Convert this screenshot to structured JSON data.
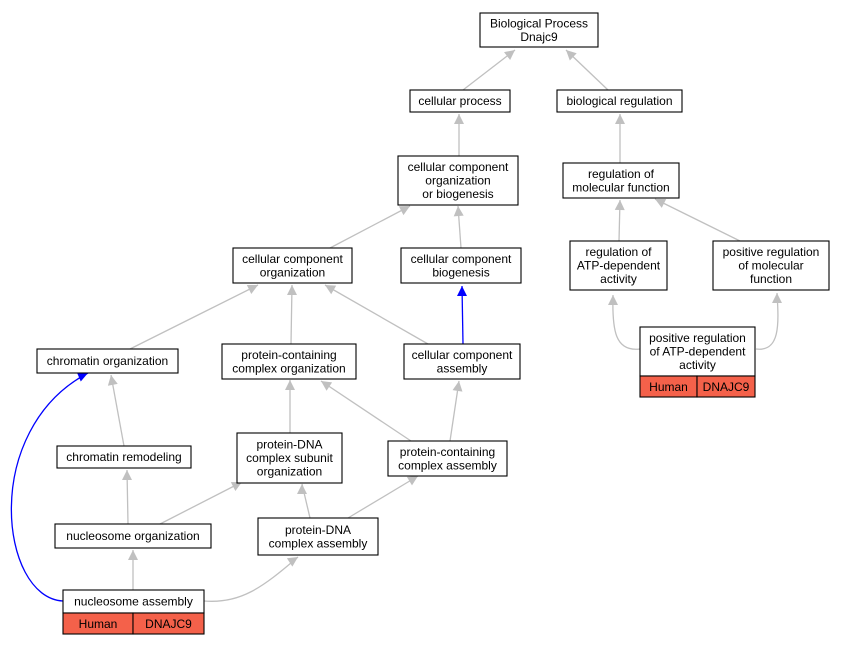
{
  "graph": {
    "nodes": {
      "root": [
        "Biological Process",
        "Dnajc9"
      ],
      "cellular_process": [
        "cellular process"
      ],
      "biological_regulation": [
        "biological regulation"
      ],
      "ccob": [
        "cellular component",
        "organization",
        "or biogenesis"
      ],
      "reg_mol_func": [
        "regulation of",
        "molecular function"
      ],
      "cc_org": [
        "cellular component",
        "organization"
      ],
      "cc_biogenesis": [
        "cellular component",
        "biogenesis"
      ],
      "reg_atp": [
        "regulation of",
        "ATP-dependent",
        "activity"
      ],
      "pos_reg_mol": [
        "positive regulation",
        "of molecular",
        "function"
      ],
      "pos_reg_atp": [
        "positive regulation",
        "of ATP-dependent",
        "activity"
      ],
      "chromatin_org": [
        "chromatin organization"
      ],
      "pc_org": [
        "protein-containing",
        "complex organization"
      ],
      "cc_assembly": [
        "cellular component",
        "assembly"
      ],
      "chromatin_remodeling": [
        "chromatin remodeling"
      ],
      "pdna_subunit": [
        "protein-DNA",
        "complex subunit",
        "organization"
      ],
      "pc_assembly": [
        "protein-containing",
        "complex assembly"
      ],
      "nucleosome_org": [
        "nucleosome organization"
      ],
      "pdna_assembly": [
        "protein-DNA",
        "complex assembly"
      ],
      "nucleosome_assembly": [
        "nucleosome assembly"
      ]
    },
    "annotations": {
      "pos_reg_atp": [
        "Human",
        "DNAJC9"
      ],
      "nucleosome_assembly": [
        "Human",
        "DNAJC9"
      ]
    },
    "edges": [
      {
        "from": "cellular_process",
        "to": "root",
        "color": "gray"
      },
      {
        "from": "biological_regulation",
        "to": "root",
        "color": "gray"
      },
      {
        "from": "ccob",
        "to": "cellular_process",
        "color": "gray"
      },
      {
        "from": "reg_mol_func",
        "to": "biological_regulation",
        "color": "gray"
      },
      {
        "from": "cc_org",
        "to": "ccob",
        "color": "gray"
      },
      {
        "from": "cc_biogenesis",
        "to": "ccob",
        "color": "gray"
      },
      {
        "from": "reg_atp",
        "to": "reg_mol_func",
        "color": "gray"
      },
      {
        "from": "pos_reg_mol",
        "to": "reg_mol_func",
        "color": "gray"
      },
      {
        "from": "pos_reg_atp",
        "to": "reg_atp",
        "color": "gray"
      },
      {
        "from": "pos_reg_atp",
        "to": "pos_reg_mol",
        "color": "gray"
      },
      {
        "from": "chromatin_org",
        "to": "cc_org",
        "color": "gray"
      },
      {
        "from": "pc_org",
        "to": "cc_org",
        "color": "gray"
      },
      {
        "from": "cc_assembly",
        "to": "cc_org",
        "color": "gray"
      },
      {
        "from": "cc_assembly",
        "to": "cc_biogenesis",
        "color": "blue"
      },
      {
        "from": "chromatin_remodeling",
        "to": "chromatin_org",
        "color": "gray"
      },
      {
        "from": "pdna_subunit",
        "to": "pc_org",
        "color": "gray"
      },
      {
        "from": "pc_assembly",
        "to": "pc_org",
        "color": "gray"
      },
      {
        "from": "pc_assembly",
        "to": "cc_assembly",
        "color": "gray"
      },
      {
        "from": "nucleosome_org",
        "to": "chromatin_remodeling",
        "color": "gray"
      },
      {
        "from": "nucleosome_org",
        "to": "pdna_subunit",
        "color": "gray"
      },
      {
        "from": "pdna_assembly",
        "to": "pdna_subunit",
        "color": "gray"
      },
      {
        "from": "pdna_assembly",
        "to": "pc_assembly",
        "color": "gray"
      },
      {
        "from": "nucleosome_assembly",
        "to": "nucleosome_org",
        "color": "gray"
      },
      {
        "from": "nucleosome_assembly",
        "to": "pdna_assembly",
        "color": "gray"
      },
      {
        "from": "nucleosome_assembly",
        "to": "chromatin_org",
        "color": "blue"
      }
    ],
    "colors": {
      "edge_gray": "#c0c0c0",
      "edge_blue": "#0000ff",
      "annotation_fill": "#f4614a",
      "node_border": "#000000"
    }
  }
}
